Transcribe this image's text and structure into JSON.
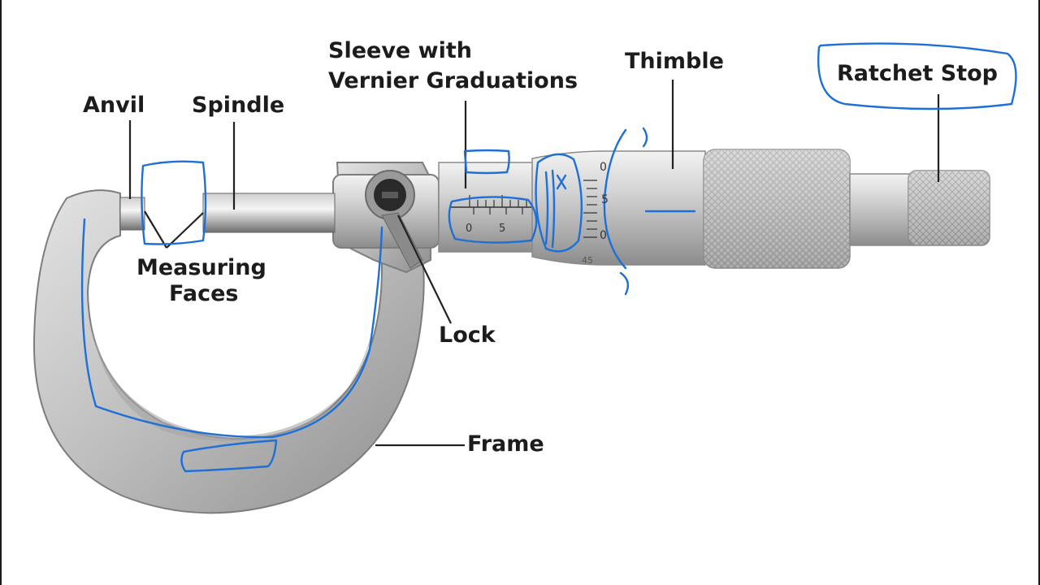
{
  "labels": {
    "anvil": "Anvil",
    "spindle": "Spindle",
    "sleeve_line1": "Sleeve with",
    "sleeve_line2": "Vernier Graduations",
    "thimble": "Thimble",
    "ratchet_stop": "Ratchet Stop",
    "measuring_faces_line1": "Measuring",
    "measuring_faces_line2": "Faces",
    "lock": "Lock",
    "frame": "Frame"
  },
  "scale": {
    "sleeve_numbers": [
      "0",
      "5"
    ],
    "thimble_numbers": [
      "0",
      "5",
      "0",
      "45"
    ]
  },
  "colors": {
    "metal_light": "#d9d9d9",
    "metal_dark": "#9a9a9a",
    "annotation_blue": "#1e6fd6",
    "leader_line": "#222222"
  }
}
